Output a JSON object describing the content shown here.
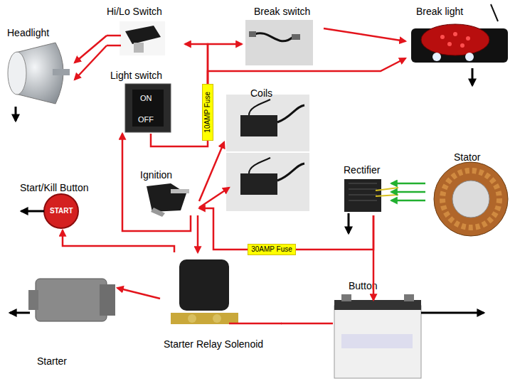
{
  "diagram": {
    "nodes": [
      {
        "text": [
          "Hi/Lo Switch"
        ]
      },
      {
        "text": [
          "Break switch"
        ]
      },
      {
        "text": [
          "Break light"
        ]
      },
      {
        "text": [
          "Headlight"
        ]
      },
      {
        "text": [
          "Light switch"
        ]
      },
      {
        "text": [
          "Coils"
        ]
      },
      {
        "text": [
          "10AMP Fuse"
        ]
      },
      {
        "text": [
          "Ignition"
        ]
      },
      {
        "text": [
          "Start/Kill Button"
        ]
      },
      {
        "text": [
          "Rectifier"
        ]
      },
      {
        "text": [
          "Stator"
        ]
      },
      {
        "text": [
          "30AMP Fuse"
        ]
      },
      {
        "text": [
          "Starter"
        ]
      },
      {
        "text": [
          "Starter Relay Solenoid"
        ]
      },
      {
        "text": [
          "Button"
        ]
      }
    ],
    "edges": [
      {
        "from": 0,
        "to": 3,
        "arrow": "to"
      },
      {
        "from": 0,
        "to": 3,
        "arrow": "to"
      },
      {
        "from": 6,
        "to": 0,
        "arrow": "to"
      },
      {
        "from": 6,
        "to": 1,
        "arrow": "to"
      },
      {
        "from": 6,
        "to": 2,
        "arrow": "to"
      },
      {
        "from": 1,
        "to": 2,
        "arrow": "to"
      },
      {
        "from": 4,
        "to": 6,
        "arrow": "none"
      },
      {
        "from": 7,
        "to": 5,
        "arrow": "to"
      },
      {
        "from": 11,
        "to": 7,
        "arrow": "to"
      },
      {
        "from": 9,
        "to": 11,
        "arrow": "none"
      },
      {
        "from": 9,
        "to": 14,
        "arrow": "to"
      },
      {
        "from": 14,
        "to": 13,
        "arrow": "none"
      },
      {
        "from": 13,
        "to": 12,
        "arrow": "to"
      },
      {
        "from": 13,
        "to": 8,
        "arrow": "to"
      },
      {
        "from": 7,
        "to": 4,
        "arrow": "to"
      },
      {
        "from": 7,
        "to": 13,
        "arrow": "to"
      },
      {
        "from": 10,
        "to": 9,
        "arrow": "to"
      },
      {
        "from": 10,
        "to": 9,
        "arrow": "to"
      },
      {
        "from": 10,
        "to": 9,
        "arrow": "to"
      }
    ],
    "labels": [
      "ON",
      "OFF",
      "START"
    ]
  }
}
